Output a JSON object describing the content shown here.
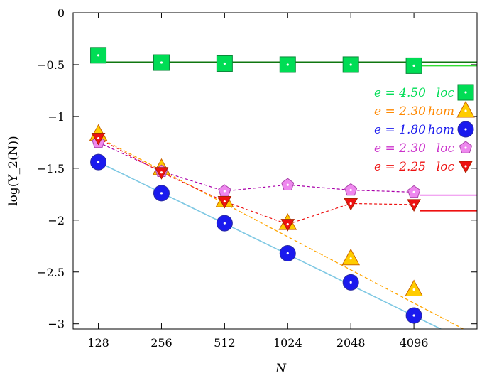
{
  "chart_data": {
    "type": "scatter",
    "xlabel": "N",
    "ylabel": "log(Y_2(N))",
    "x_ticks": [
      "128",
      "256",
      "512",
      "1024",
      "2048",
      "4096"
    ],
    "y_ticks": [
      "0",
      "−0.5",
      "−1",
      "−1.5",
      "−2",
      "−2.5",
      "−3"
    ],
    "ylim": [
      -3.05,
      0
    ],
    "x_log2_range": [
      6.6,
      13.0
    ],
    "series": [
      {
        "name": "e = 4.50  loc",
        "label_e": "e = 4.50",
        "label_type": "loc",
        "color": "#00dd55",
        "marker": "square",
        "x": [
          128,
          256,
          512,
          1024,
          2048,
          4096
        ],
        "y": [
          -0.41,
          -0.48,
          -0.49,
          -0.5,
          -0.5,
          -0.51
        ],
        "fit": {
          "style": "solid",
          "color": "#117711",
          "from": [
            128,
            -0.475
          ],
          "to": [
            8192,
            -0.475
          ]
        },
        "asymptote": {
          "y": -0.51,
          "color": "#33dd33"
        }
      },
      {
        "name": "e = 2.30  hom",
        "label_e": "e = 2.30",
        "label_type": "hom",
        "color": "#ff8800",
        "marker": "triangle-up",
        "x": [
          128,
          256,
          512,
          1024,
          2048,
          4096
        ],
        "y": [
          -1.17,
          -1.5,
          -1.81,
          -2.03,
          -2.37,
          -2.67
        ],
        "fit": {
          "style": "dashed",
          "color": "#ffa500",
          "from": [
            128,
            -1.2
          ],
          "to": [
            8192,
            -3.12
          ]
        }
      },
      {
        "name": "e = 1.80  hom",
        "label_e": "e = 1.80",
        "label_type": "hom",
        "color": "#1a1aee",
        "marker": "circle",
        "x": [
          128,
          256,
          512,
          1024,
          2048,
          4096
        ],
        "y": [
          -1.44,
          -1.74,
          -2.03,
          -2.32,
          -2.6,
          -2.92
        ],
        "fit": {
          "style": "solid",
          "color": "#7ec8e3",
          "from": [
            128,
            -1.44
          ],
          "to": [
            8192,
            -3.22
          ]
        }
      },
      {
        "name": "e = 2.30  loc",
        "label_e": "e = 2.30",
        "label_type": "loc",
        "color": "#cc33cc",
        "marker": "pentagon",
        "x": [
          128,
          256,
          512,
          1024,
          2048,
          4096
        ],
        "y": [
          -1.25,
          -1.53,
          -1.72,
          -1.66,
          -1.71,
          -1.73
        ],
        "fit": {
          "style": "dashed",
          "color": "#aa00aa",
          "connect": true
        },
        "asymptote": {
          "y": -1.76,
          "color": "#ee88ee"
        }
      },
      {
        "name": "e = 2.25  loc",
        "label_e": "e = 2.25",
        "label_type": "loc",
        "color": "#ee1111",
        "marker": "triangle-down",
        "x": [
          128,
          256,
          512,
          1024,
          2048,
          4096
        ],
        "y": [
          -1.21,
          -1.54,
          -1.82,
          -2.04,
          -1.84,
          -1.85
        ],
        "fit": {
          "style": "dashed",
          "color": "#ee1111",
          "connect": true
        },
        "asymptote": {
          "y": -1.91,
          "color": "#ee1111"
        }
      }
    ],
    "legend": "right, upper-middle",
    "grid": false
  }
}
